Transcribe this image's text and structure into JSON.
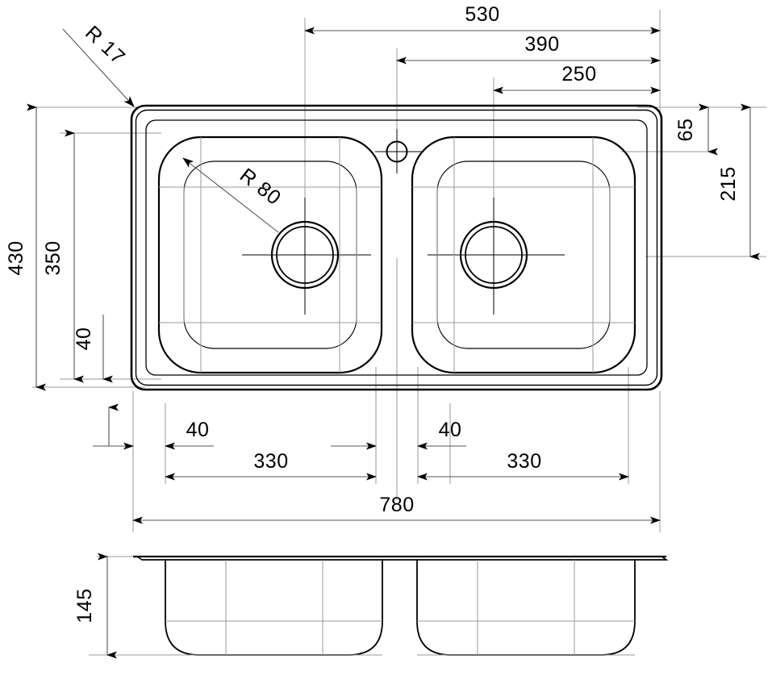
{
  "drawing": {
    "type": "engineering-drawing",
    "subject": "double-bowl kitchen sink",
    "units": "mm",
    "views": [
      {
        "id": "plan",
        "label": "top view"
      },
      {
        "id": "section",
        "label": "front section view"
      }
    ],
    "colors": {
      "outline": "#000000",
      "construction": "#8c8c8c",
      "dimension": "#555555",
      "background": "#ffffff"
    }
  },
  "dimensions": {
    "top": [
      {
        "name": "530",
        "value": "530"
      },
      {
        "name": "390",
        "value": "390"
      },
      {
        "name": "250",
        "value": "250"
      }
    ],
    "right": [
      {
        "name": "65",
        "value": "65"
      },
      {
        "name": "215",
        "value": "215"
      }
    ],
    "left": [
      {
        "name": "430",
        "value": "430"
      },
      {
        "name": "350",
        "value": "350"
      },
      {
        "name": "40",
        "value": "40"
      }
    ],
    "bottom": [
      {
        "name": "40-left",
        "value": "40"
      },
      {
        "name": "330-left",
        "value": "330"
      },
      {
        "name": "40-right",
        "value": "40"
      },
      {
        "name": "330-right",
        "value": "330"
      },
      {
        "name": "780",
        "value": "780"
      }
    ],
    "section": [
      {
        "name": "145",
        "value": "145"
      }
    ],
    "radii": [
      {
        "name": "corner-radius",
        "value": "R 17"
      },
      {
        "name": "bowl-radius",
        "value": "R 80"
      }
    ]
  },
  "labels": {
    "d530": "530",
    "d390": "390",
    "d250": "250",
    "d65": "65",
    "d215": "215",
    "d430": "430",
    "d350": "350",
    "d40_left": "40",
    "d40_b1": "40",
    "d330_b1": "330",
    "d40_b2": "40",
    "d330_b2": "330",
    "d780": "780",
    "d145": "145",
    "r17": "R 17",
    "r80": "R 80"
  }
}
